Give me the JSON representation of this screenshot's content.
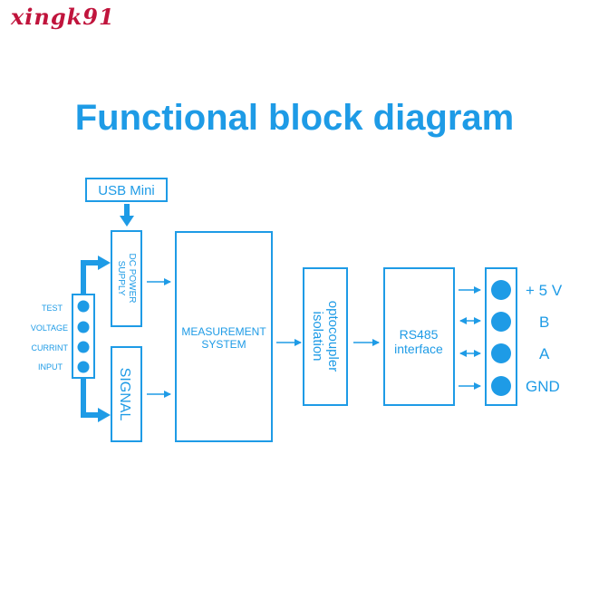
{
  "watermark": "xingk91",
  "title": "Functional block diagram",
  "blocks": {
    "usb": "USB Mini",
    "dc_power_line1": "DC POWER",
    "dc_power_line2": "SUPPLY",
    "signal": "SIGNAL",
    "measurement_line1": "MEASUREMENT",
    "measurement_line2": "SYSTEM",
    "opto_line1": "optocoupler",
    "opto_line2": "isolation",
    "rs485_line1": "RS485",
    "rs485_line2": "interface"
  },
  "input_terminal": {
    "line1": "TEST",
    "line2": "VOLTAGE",
    "line3": "CURRINT",
    "line4": "INPUT"
  },
  "output_terminal": {
    "pin1": "+ 5 V",
    "pin2": "B",
    "pin3": "A",
    "pin4": "GND"
  },
  "colors": {
    "accent": "#1e9be6",
    "watermark": "#c0143c"
  }
}
